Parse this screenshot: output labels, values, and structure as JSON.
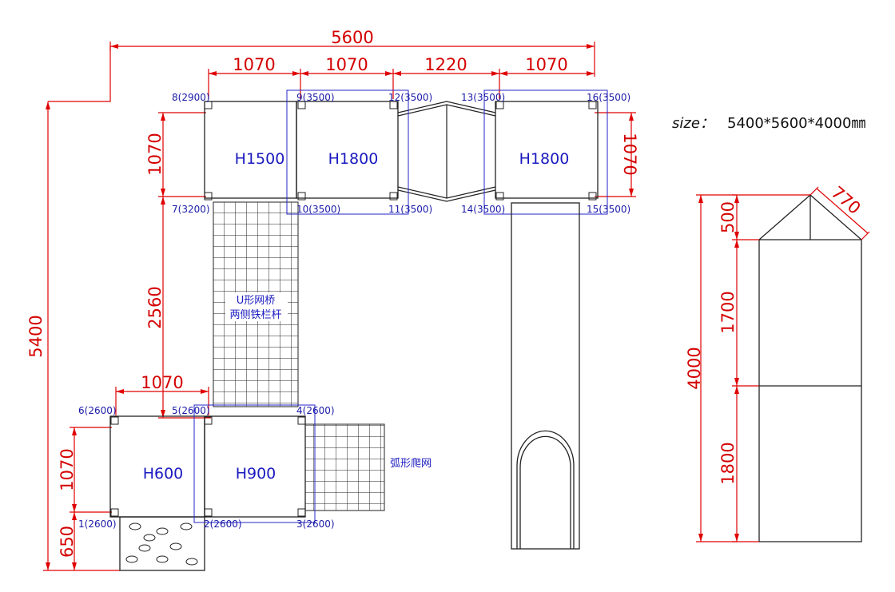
{
  "size": {
    "label": "size：",
    "value": "5400*5600*4000㎜"
  },
  "plan_dims": {
    "total_width": "5600",
    "total_depth": "5400",
    "w1": "1070",
    "w2": "1070",
    "w3": "1220",
    "w4": "1070",
    "top_left_depth": "1070",
    "top_right_depth": "1070",
    "bridge_length": "2560",
    "bottom_width": "1070",
    "bottom_depth": "1070",
    "climber_depth": "650"
  },
  "posts": [
    "8(2900)",
    "9(3500)",
    "12(3500)",
    "13(3500)",
    "16(3500)",
    "7(3200)",
    "10(3500)",
    "11(3500)",
    "14(3500)",
    "15(3500)",
    "6(2600)",
    "5(2600)",
    "4(2600)",
    "1(2600)",
    "2(2600)",
    "3(2600)"
  ],
  "zones": {
    "h1500": "H1500",
    "h1800a": "H1800",
    "h1800b": "H1800",
    "h600": "H600",
    "h900": "H900"
  },
  "notes": {
    "bridge_line1": "U形网桥",
    "bridge_line2": "两侧铁栏杆",
    "arc_net": "弧形爬网"
  },
  "elev_dims": {
    "roof_height": "500",
    "roof_slope": "770",
    "upper": "1700",
    "lower": "1800",
    "total": "4000"
  }
}
